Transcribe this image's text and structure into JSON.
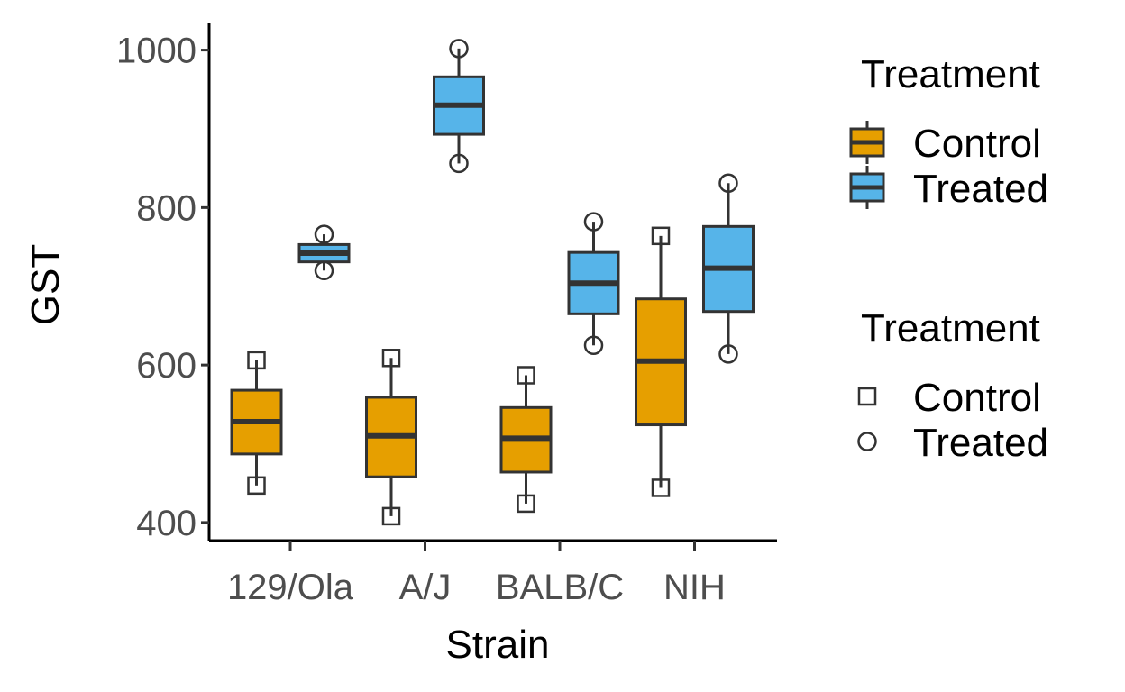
{
  "chart_data": {
    "type": "boxplot",
    "xlabel": "Strain",
    "ylabel": "GST",
    "categories": [
      "129/Ola",
      "A/J",
      "BALB/C",
      "NIH"
    ],
    "yticks": [
      400,
      600,
      800,
      1000
    ],
    "ylim": [
      377,
      1035
    ],
    "grid": false,
    "legend_position": "right",
    "series": [
      {
        "name": "Control",
        "fill": "#E69F00",
        "point_shape": "square",
        "boxes": [
          {
            "category": "129/Ola",
            "whisker_low": 447,
            "q1": 487,
            "median": 528,
            "q3": 568,
            "whisker_high": 606
          },
          {
            "category": "A/J",
            "whisker_low": 408,
            "q1": 458,
            "median": 510,
            "q3": 559,
            "whisker_high": 609
          },
          {
            "category": "BALB/C",
            "whisker_low": 424,
            "q1": 464,
            "median": 507,
            "q3": 546,
            "whisker_high": 587
          },
          {
            "category": "NIH",
            "whisker_low": 444,
            "q1": 524,
            "median": 605,
            "q3": 684,
            "whisker_high": 764
          }
        ],
        "points": [
          {
            "category": "129/Ola",
            "values": [
              447,
              606
            ]
          },
          {
            "category": "A/J",
            "values": [
              408,
              609
            ]
          },
          {
            "category": "BALB/C",
            "values": [
              424,
              587
            ]
          },
          {
            "category": "NIH",
            "values": [
              444,
              764
            ]
          }
        ]
      },
      {
        "name": "Treated",
        "fill": "#56B4E9",
        "point_shape": "circle",
        "boxes": [
          {
            "category": "129/Ola",
            "whisker_low": 720,
            "q1": 731,
            "median": 742,
            "q3": 753,
            "whisker_high": 766
          },
          {
            "category": "A/J",
            "whisker_low": 856,
            "q1": 893,
            "median": 930,
            "q3": 966,
            "whisker_high": 1002
          },
          {
            "category": "BALB/C",
            "whisker_low": 625,
            "q1": 665,
            "median": 704,
            "q3": 743,
            "whisker_high": 782
          },
          {
            "category": "NIH",
            "whisker_low": 614,
            "q1": 668,
            "median": 723,
            "q3": 776,
            "whisker_high": 831
          }
        ],
        "points": [
          {
            "category": "129/Ola",
            "values": [
              720,
              766
            ]
          },
          {
            "category": "A/J",
            "values": [
              856,
              1002
            ]
          },
          {
            "category": "BALB/C",
            "values": [
              625,
              782
            ]
          },
          {
            "category": "NIH",
            "values": [
              614,
              831
            ]
          }
        ]
      }
    ],
    "legends": [
      {
        "title": "Treatment",
        "kind": "fill",
        "items": [
          "Control",
          "Treated"
        ]
      },
      {
        "title": "Treatment",
        "kind": "shape",
        "items": [
          "Control",
          "Treated"
        ]
      }
    ]
  }
}
